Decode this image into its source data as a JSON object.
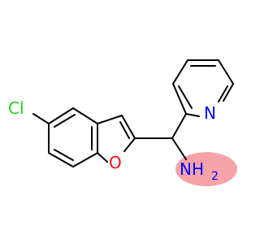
{
  "molecule": {
    "atoms": {
      "chlorine": "Cl",
      "oxygen": "O",
      "nitrogen": "N",
      "amine": "NH",
      "amine_subscript": "2"
    }
  },
  "colors": {
    "bond": "#000000",
    "chlorine": "#1fd01f",
    "oxygen": "#ff0d0d",
    "nitrogen": "#0000ff",
    "amine_text": "#0000ff",
    "amine_highlight": "#f6a3a8"
  }
}
